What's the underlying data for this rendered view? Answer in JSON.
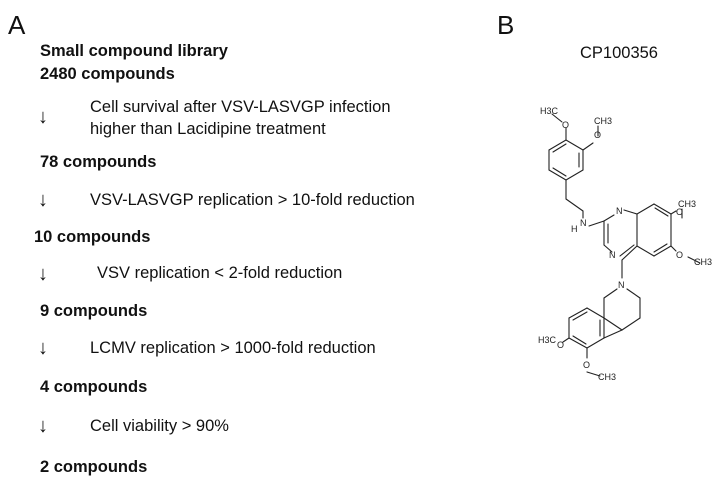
{
  "panel_a": {
    "label": "A",
    "library_title": "Small compound library",
    "flow": [
      {
        "count": "2480 compounds",
        "arrow": "↓",
        "criterion_lines": [
          "Cell survival after VSV-LASVGP infection",
          "higher than Lacidipine treatment"
        ]
      },
      {
        "count": "78 compounds",
        "arrow": "↓",
        "criterion_lines": [
          "VSV-LASVGP replication > 10-fold reduction"
        ]
      },
      {
        "count": "10 compounds",
        "arrow": "↓",
        "criterion_lines": [
          "VSV replication < 2-fold reduction"
        ]
      },
      {
        "count": "9 compounds",
        "arrow": "↓",
        "criterion_lines": [
          "LCMV replication > 1000-fold reduction"
        ]
      },
      {
        "count": "4 compounds",
        "arrow": "↓",
        "criterion_lines": [
          "Cell viability > 90%"
        ]
      },
      {
        "count": "2 compounds"
      }
    ]
  },
  "panel_b": {
    "label": "B",
    "compound_name": "CP100356",
    "structure_atoms": {
      "h3c_top_left": "H3C",
      "o_top_left": "O",
      "o_top_right": "O",
      "ch3_top_right": "CH3",
      "h": "H",
      "n_amine": "N",
      "n_ring_top": "N",
      "n_ring_bottom": "N",
      "o_right_top": "O",
      "ch3_right_top": "CH3",
      "o_right_bottom": "O",
      "ch3_right_bottom": "CH3",
      "n_iso": "N",
      "h3c_bottom_left": "H3C",
      "o_bottom_left": "O",
      "o_bottom": "O",
      "ch3_bottom": "CH3"
    }
  }
}
